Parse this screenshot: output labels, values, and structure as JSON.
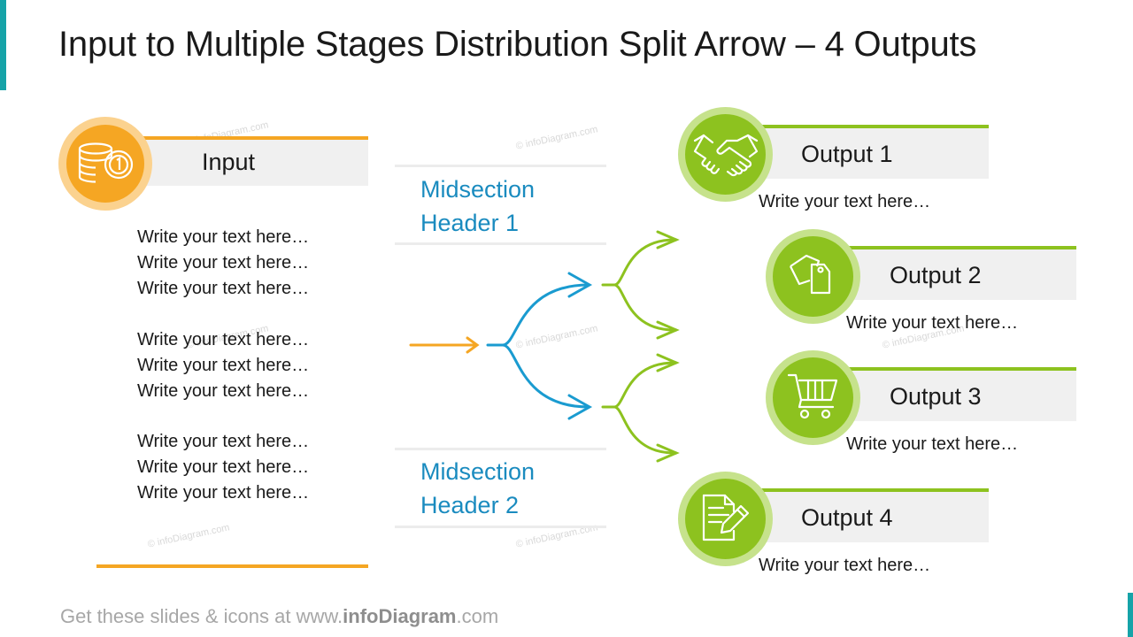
{
  "title": "Input to Multiple Stages Distribution Split Arrow – 4 Outputs",
  "input": {
    "label": "Input",
    "icon": "coins-icon",
    "lines": [
      "Write your text here…",
      "Write your text here…",
      "Write your text here…",
      "Write your text here…",
      "Write your text here…",
      "Write your text here…",
      "Write your text here…",
      "Write your text here…",
      "Write your text here…"
    ]
  },
  "midsections": [
    {
      "line1": "Midsection",
      "line2": "Header 1"
    },
    {
      "line1": "Midsection",
      "line2": "Header 2"
    }
  ],
  "outputs": [
    {
      "label": "Output 1",
      "desc": "Write your text here…",
      "icon": "handshake-icon"
    },
    {
      "label": "Output 2",
      "desc": "Write your text here…",
      "icon": "price-tags-icon"
    },
    {
      "label": "Output 3",
      "desc": "Write your text here…",
      "icon": "shopping-cart-icon"
    },
    {
      "label": "Output 4",
      "desc": "Write your text here…",
      "icon": "document-pen-icon"
    }
  ],
  "watermark": "© infoDiagram.com",
  "footer": {
    "prefix": "Get these slides & icons at www.",
    "brand": "infoDiagram",
    "suffix": ".com"
  },
  "colors": {
    "orange": "#f5a623",
    "blue": "#1a8bbf",
    "green": "#8dc21f",
    "teal": "#16a3a8"
  }
}
